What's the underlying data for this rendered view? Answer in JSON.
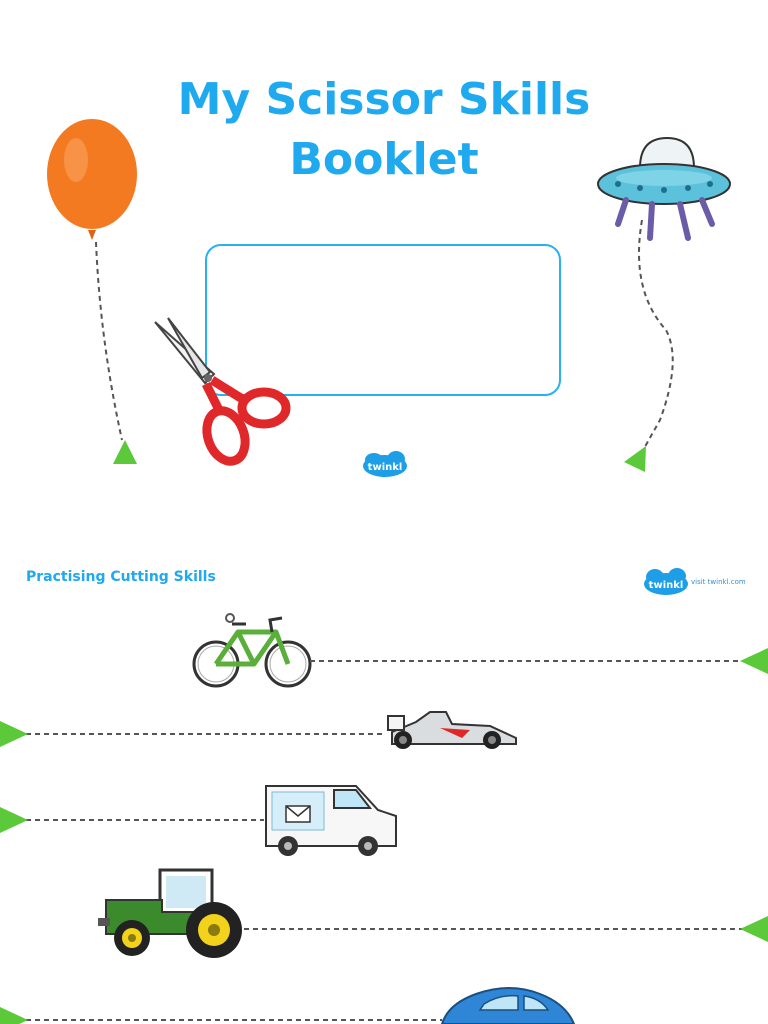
{
  "cover": {
    "title_line1": "My Scissor Skills",
    "title_line2": "Booklet",
    "logo_text": "twinkl"
  },
  "practice": {
    "title": "Practising Cutting Skills",
    "logo_text": "twinkl",
    "visit_text": "visit twinkl.com"
  },
  "colors": {
    "accent": "#1fa9ee",
    "arrow": "#5cc93a",
    "balloon": "#f47a21",
    "scissor_handle": "#e0282a"
  },
  "icons": [
    "balloon-icon",
    "ufo-icon",
    "scissors-icon",
    "bicycle-icon",
    "race-car-icon",
    "delivery-van-icon",
    "tractor-icon",
    "beetle-car-icon",
    "green-arrow-icon"
  ]
}
